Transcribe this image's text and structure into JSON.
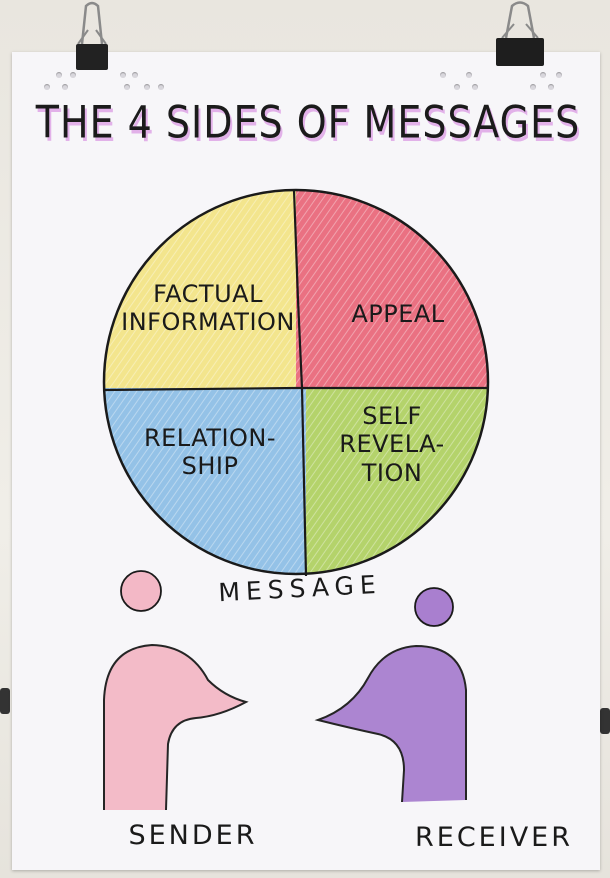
{
  "title": "THE 4 SIDES OF MESSAGES",
  "quadrants": [
    {
      "id": "factual",
      "label_lines": [
        "FACTUAL",
        "INFORMATION"
      ],
      "color": "#f2e27a"
    },
    {
      "id": "appeal",
      "label_lines": [
        "APPEAL"
      ],
      "color": "#e8596d"
    },
    {
      "id": "relationship",
      "label_lines": [
        "RELATION-",
        "SHIP"
      ],
      "color": "#82b8e4"
    },
    {
      "id": "self-revelation",
      "label_lines": [
        "SELF",
        "REVELA-",
        "TION"
      ],
      "color": "#a8cc52"
    }
  ],
  "message_label": "MESSAGE",
  "sender": {
    "label": "SENDER",
    "color": "#f3b8c6"
  },
  "receiver": {
    "label": "RECEIVER",
    "color": "#a97fcf"
  }
}
